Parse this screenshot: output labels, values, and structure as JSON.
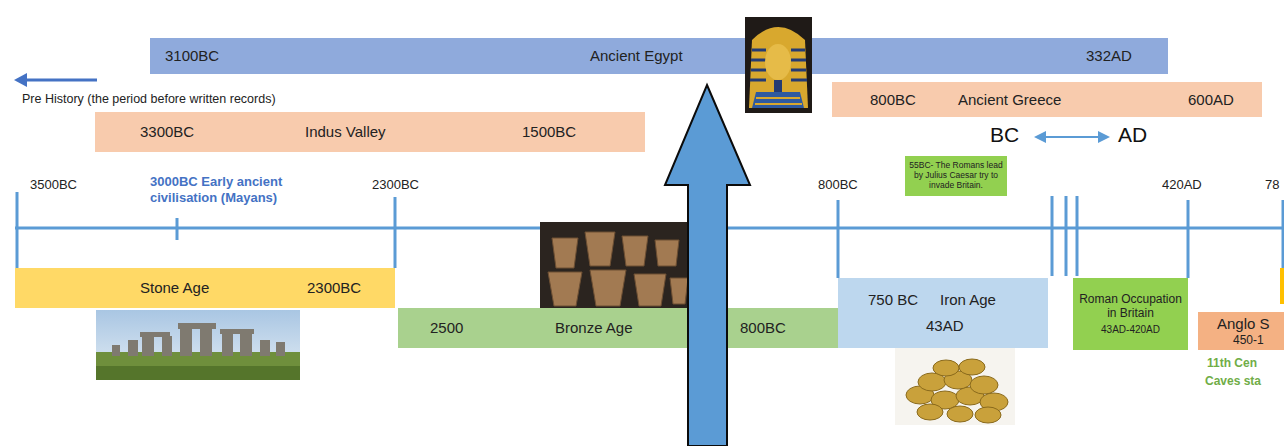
{
  "diagram": {
    "nodes": [
      {
        "text": [
          "3100BC",
          "Ancient Egypt",
          "332AD"
        ]
      },
      {
        "text": [
          "800BC",
          "Ancient Greece",
          "600AD"
        ]
      },
      {
        "text": [
          "3300BC",
          "Indus Valley",
          "1500BC"
        ]
      },
      {
        "text": [
          "55BC- The Romans lead by Julius Caesar try to invade Britain."
        ]
      },
      {
        "text": [
          "Stone Age",
          "2300BC"
        ]
      },
      {
        "text": [
          "750 BC",
          "Iron Age",
          "43AD"
        ]
      },
      {
        "text": [
          "Roman Occupation in Britain",
          "43AD-420AD"
        ]
      },
      {
        "text": [
          "2500",
          "Bronze Age",
          "800BC"
        ]
      },
      {
        "text": [
          "Anglo S",
          "450-1"
        ]
      }
    ],
    "labels": [
      "Pre History (the period before written records)",
      "BC",
      "AD",
      "3500BC",
      "3000BC Early ancient civilisation (Mayans)",
      "2300BC",
      "800BC",
      "420AD",
      "78",
      "11th Cen",
      "Caves sta"
    ]
  }
}
